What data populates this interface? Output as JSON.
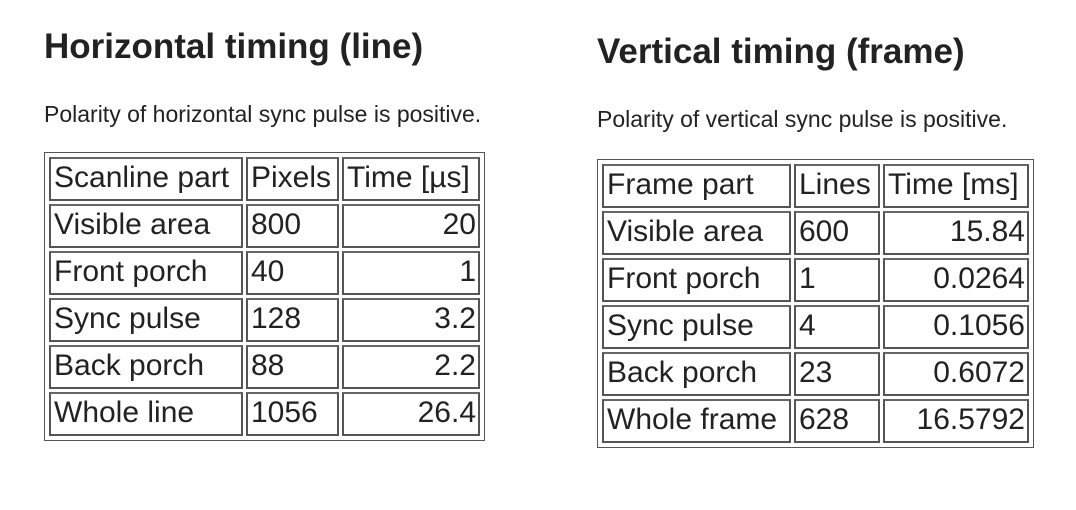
{
  "horizontal": {
    "title": "Horizontal timing (line)",
    "note": "Polarity of horizontal sync pulse is positive.",
    "headers": [
      "Scanline part",
      "Pixels",
      "Time [µs]"
    ],
    "rows": [
      {
        "part": "Visible area",
        "count": "800",
        "time": "20"
      },
      {
        "part": "Front porch",
        "count": "40",
        "time": "1"
      },
      {
        "part": "Sync pulse",
        "count": "128",
        "time": "3.2"
      },
      {
        "part": "Back porch",
        "count": "88",
        "time": "2.2"
      },
      {
        "part": "Whole line",
        "count": "1056",
        "time": "26.4"
      }
    ]
  },
  "vertical": {
    "title": "Vertical timing (frame)",
    "note": "Polarity of vertical sync pulse is positive.",
    "headers": [
      "Frame part",
      "Lines",
      "Time [ms]"
    ],
    "rows": [
      {
        "part": "Visible area",
        "count": "600",
        "time": "15.84"
      },
      {
        "part": "Front porch",
        "count": "1",
        "time": "0.0264"
      },
      {
        "part": "Sync pulse",
        "count": "4",
        "time": "0.1056"
      },
      {
        "part": "Back porch",
        "count": "23",
        "time": "0.6072"
      },
      {
        "part": "Whole frame",
        "count": "628",
        "time": "16.5792"
      }
    ]
  }
}
